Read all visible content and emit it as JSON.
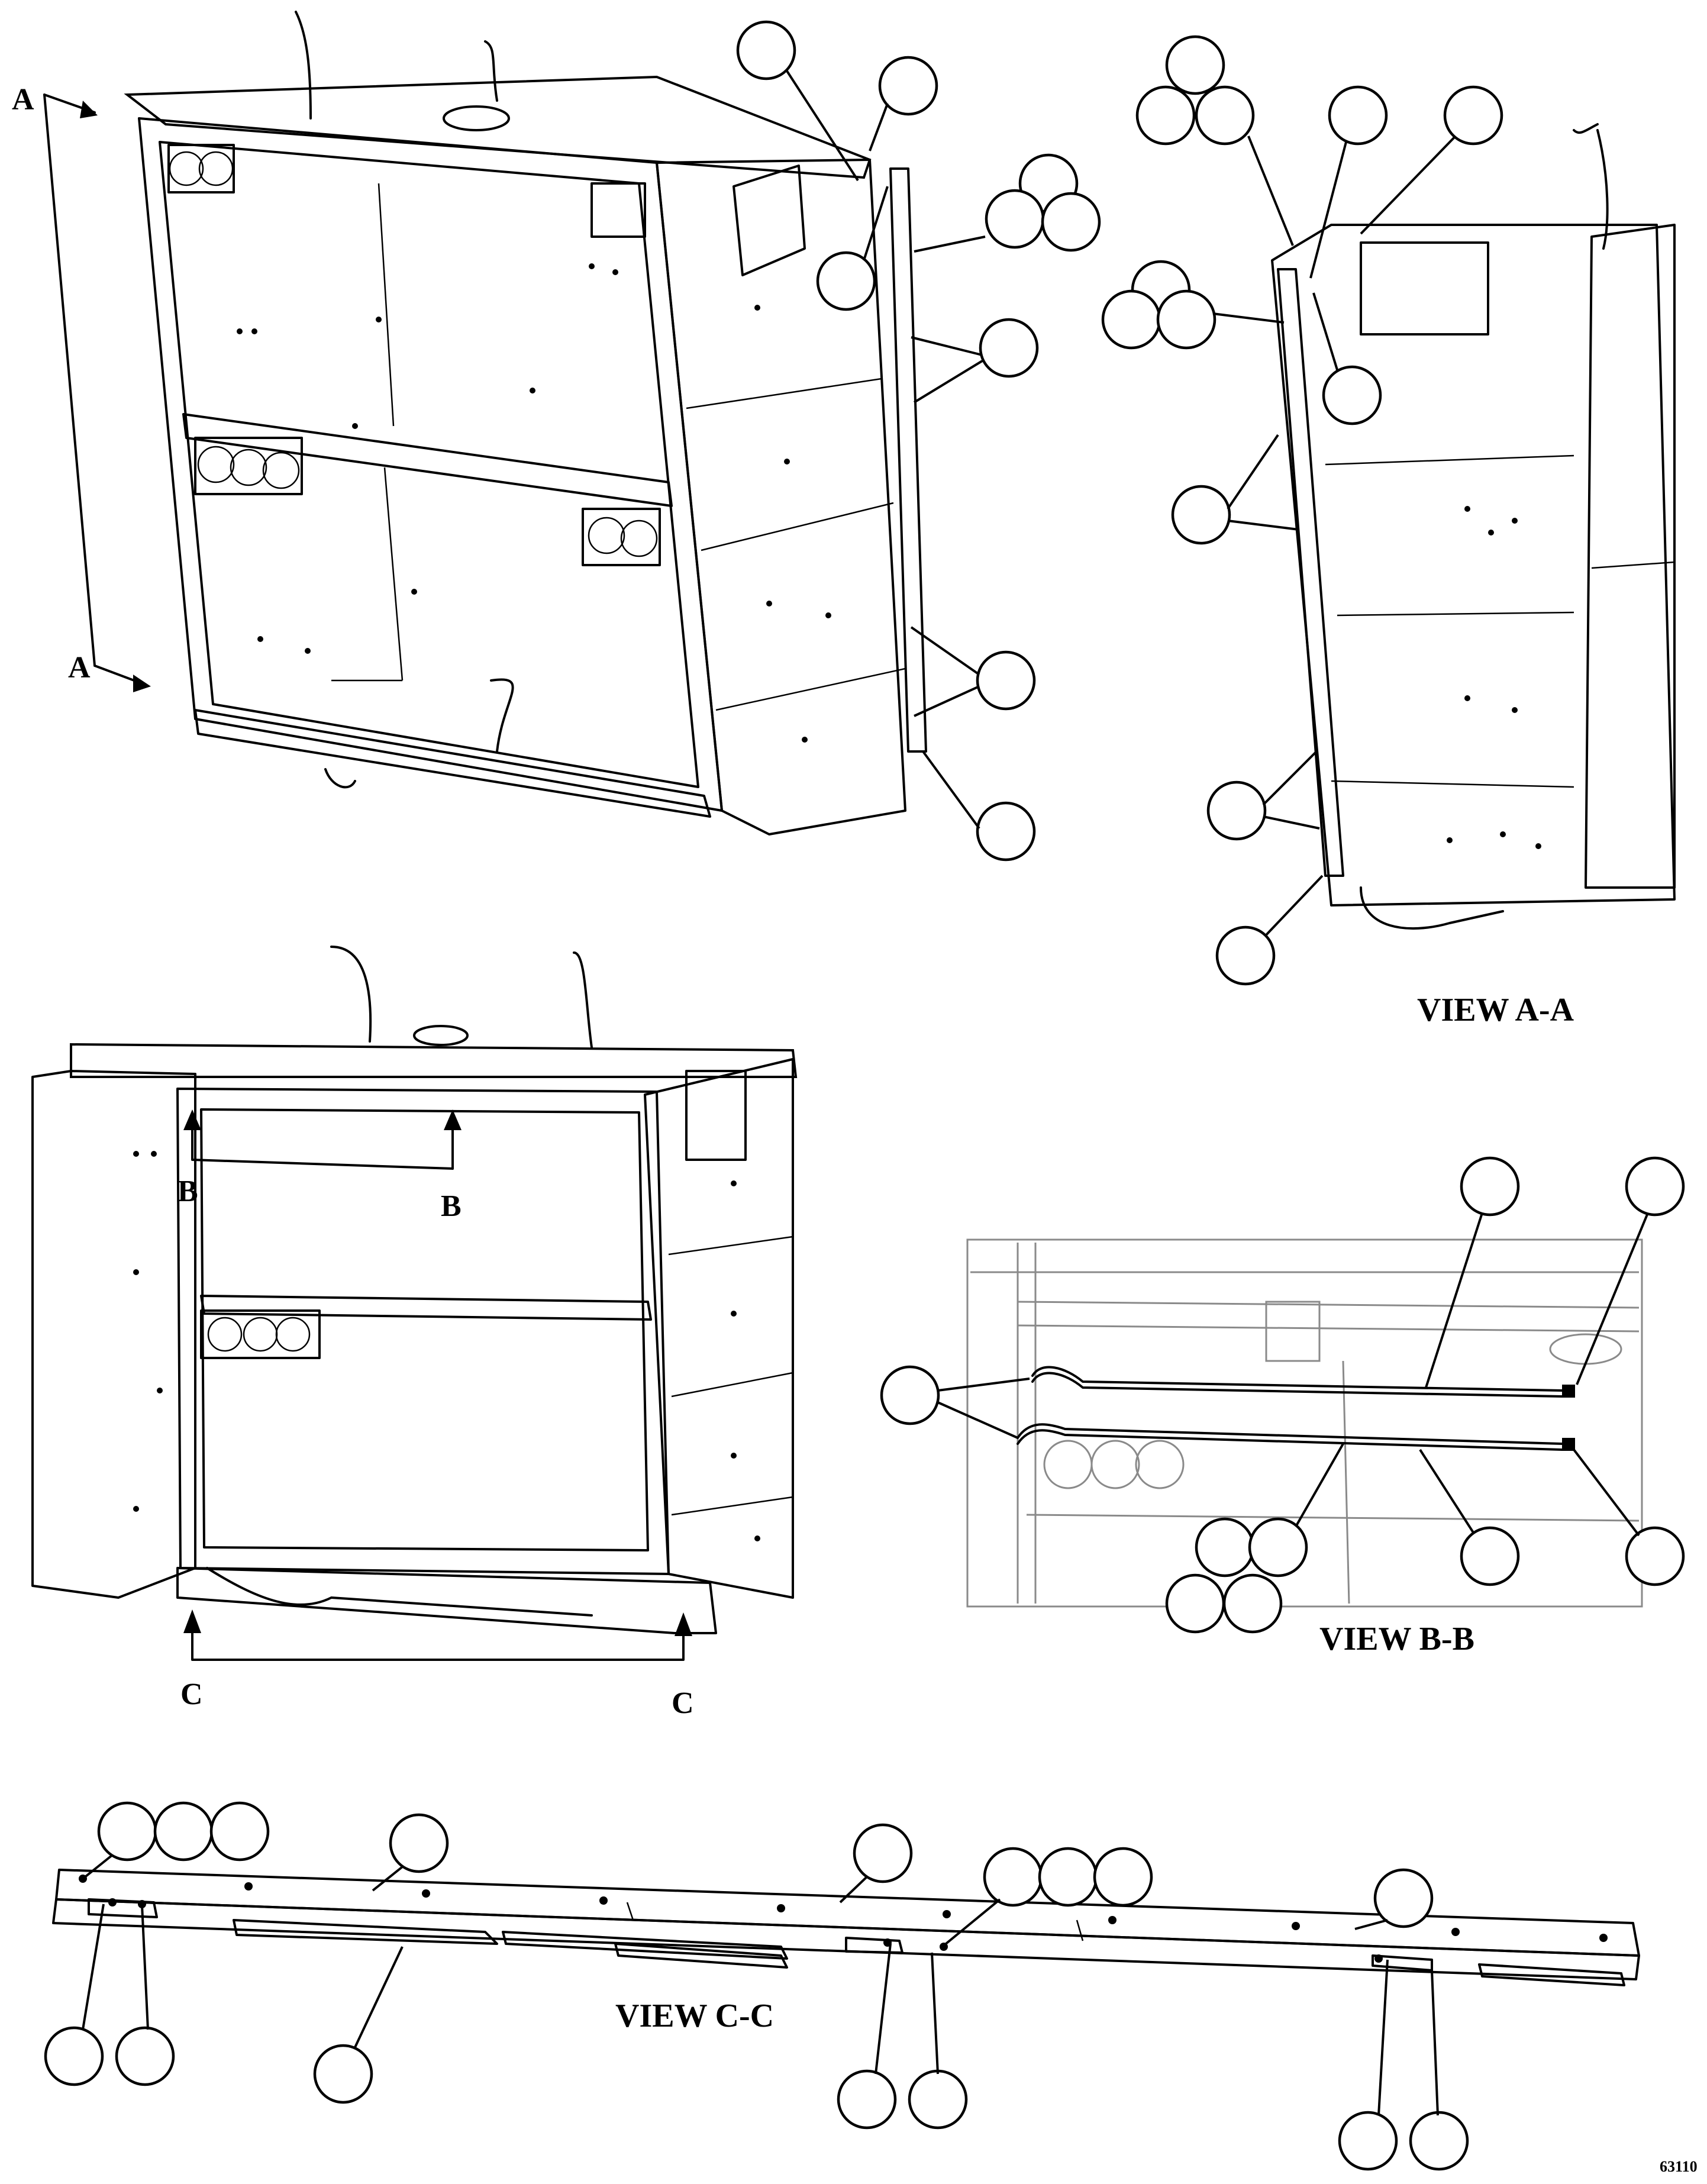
{
  "views": {
    "a_a": "VIEW A-A",
    "b_b": "VIEW B-B",
    "c_c": "VIEW C-C"
  },
  "section_markers": {
    "a": "A",
    "b": "B",
    "c": "C"
  },
  "figure_number": "63110"
}
